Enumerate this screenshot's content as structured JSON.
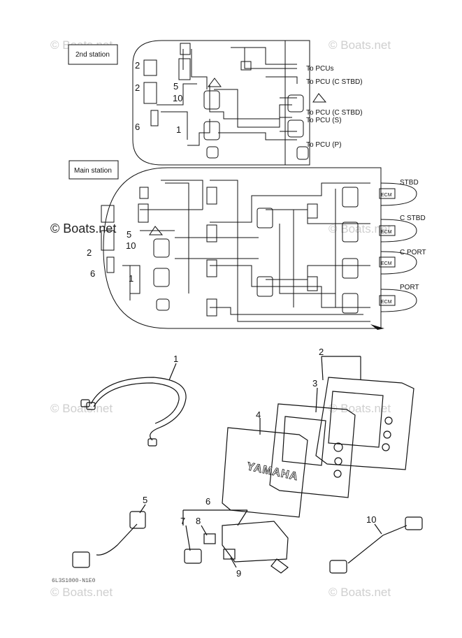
{
  "watermark": {
    "text": "© Boats.net"
  },
  "stations": {
    "second": {
      "label": "2nd station",
      "outputs": [
        "To PCUs",
        "To PCU (C STBD)",
        "To PCU (C STBD)",
        "To PCU (S)",
        "To PCU (P)"
      ]
    },
    "main": {
      "label": "Main station",
      "engines": [
        "STBD",
        "C STBD",
        "C PORT",
        "PORT"
      ],
      "ecm_label": "ECM"
    }
  },
  "callouts": {
    "upper": [
      "2",
      "2",
      "5",
      "10",
      "6",
      "1"
    ],
    "main": [
      "2",
      "5",
      "10",
      "6",
      "1"
    ],
    "parts": [
      "1",
      "2",
      "3",
      "4",
      "5",
      "6",
      "7",
      "8",
      "9",
      "10"
    ]
  },
  "display_brand": "YAMAHA",
  "diagram_code": "6L3S1000-N1E0"
}
